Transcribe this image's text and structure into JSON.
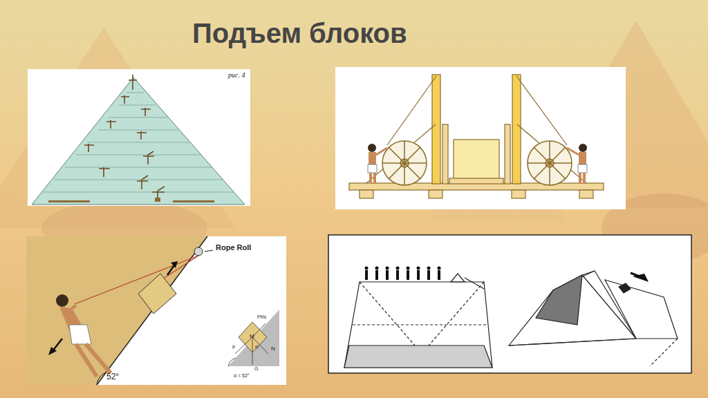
{
  "diagram": {
    "title": "Подъем блоков",
    "labels": [
      "рис. 4",
      "Rope Roll",
      "52°",
      "Ffric",
      "M",
      "α",
      "F",
      "N",
      "α = 52°",
      "G"
    ]
  }
}
